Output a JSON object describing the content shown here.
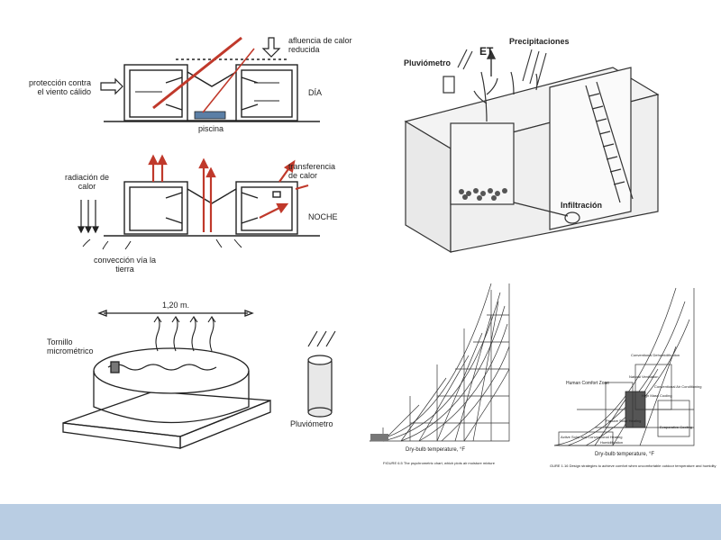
{
  "panel_day_night": {
    "protection_label": "protección contra\nel viento cálido",
    "heat_inflow_label": "afluencia de calor\nreducida",
    "day_label": "DÍA",
    "pool_label": "piscina",
    "heat_radiation_label": "radiación de\ncalor",
    "heat_transfer_label": "transferencia\nde calor",
    "night_label": "NOCHE",
    "convection_label": "convección vía la\ntierra",
    "colors": {
      "heat_arrow": "#c0392b"
    }
  },
  "panel_lysimeter": {
    "rain_gauge_label": "Pluviómetro",
    "et_label": "ET",
    "precipitation_label": "Precipitaciones",
    "infiltration_label": "Infiltración"
  },
  "panel_evaporation_pan": {
    "width_label": "1,20 m.",
    "screw_label": "Tornillo\nmicrométrico",
    "rain_gauge_label": "Pluviómetro"
  },
  "psychrometric_left": {
    "xlabel": "Dry-bulb temperature, °F",
    "caption": "FIGURE 6.5  The psychrometric chart, which plots air moisture mixture"
  },
  "psychrometric_right": {
    "xlabel": "Dry-bulb temperature, °F",
    "comfort_label": "Human Comfort Zone",
    "caption": "GURE 1.16  Design strategies to achieve comfort when uncomfortable outdoor temperature and humidity",
    "strategy_labels": [
      "Natural Ventilation",
      "High Mass Cooling",
      "Passive Solar Heating",
      "Humidification",
      "Evaporative Cooling",
      "Conventional Dehumidification",
      "Conventional Air Conditioning",
      "Active Solar and Conventional Heating"
    ]
  }
}
